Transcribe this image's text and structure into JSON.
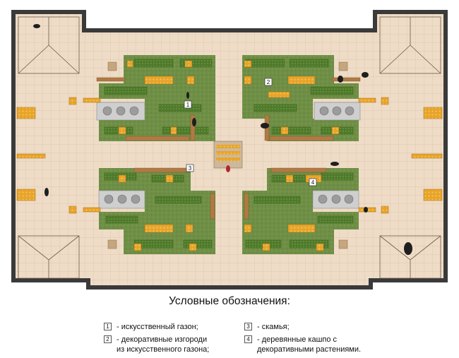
{
  "legend": {
    "title": "Условные обозначения:",
    "items": [
      {
        "num": "1",
        "text": "- искусственный газон;",
        "text2": ""
      },
      {
        "num": "2",
        "text": "- декоративные изгороди",
        "text2": "из искусственного газона;"
      },
      {
        "num": "3",
        "text": "- скамья;",
        "text2": ""
      },
      {
        "num": "4",
        "text": "- деревянные кашпо с",
        "text2": "декоративными растениями."
      }
    ]
  },
  "plan_markers": [
    "1",
    "2",
    "3",
    "4"
  ],
  "colors": {
    "floor": "#eedcc7",
    "floor_grid": "#dcc3a6",
    "wall": "#3a3a3a",
    "lawn": "#6f8f46",
    "lawn_edge": "#c8b79a",
    "hedge": "#4f7a2c",
    "planter": "#e8a42a",
    "bench": "#b07a45",
    "seat_block": "#cfcfcf",
    "seat": "#9c9c9c"
  }
}
